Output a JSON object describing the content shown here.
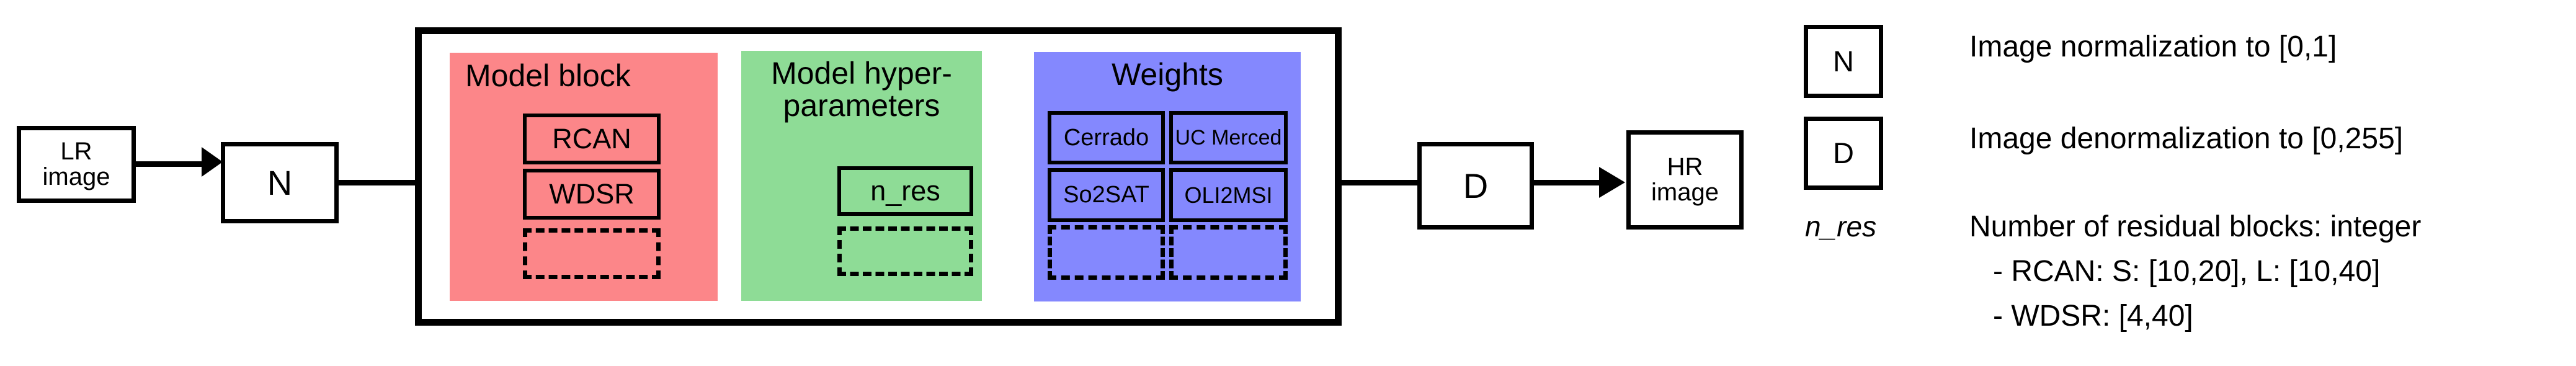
{
  "flow": {
    "input_box": {
      "line1": "LR",
      "line2": "image"
    },
    "normalize_box": {
      "label": "N"
    },
    "denormalize_box": {
      "label": "D"
    },
    "output_box": {
      "line1": "HR",
      "line2": "image"
    }
  },
  "pipeline": {
    "groups": [
      {
        "key": "model_block",
        "title": "Model block",
        "color": "#fc8689",
        "items": [
          "RCAN",
          "WDSR"
        ],
        "placeholder_count": 1
      },
      {
        "key": "model_hyperparameters",
        "title": "Model hyper-\nparameters",
        "color": "#8edc96",
        "items": [
          "n_res"
        ],
        "placeholder_count": 1
      },
      {
        "key": "weights",
        "title": "Weights",
        "color": "#8488fe",
        "items": [
          "Cerrado",
          "UC Merced",
          "So2SAT",
          "OLI2MSI"
        ],
        "placeholder_count": 2
      }
    ]
  },
  "legend": {
    "rows": [
      {
        "symbol": "N",
        "symbol_style": "box",
        "text": "Image normalization to [0,1]"
      },
      {
        "symbol": "D",
        "symbol_style": "box",
        "text": "Image denormalization to [0,255]"
      },
      {
        "symbol": "n_res",
        "symbol_style": "italic",
        "text": "Number of residual blocks: integer",
        "sub_lines": [
          "- RCAN: S: [10,20], L: [10,40]",
          "- WDSR: [4,40]"
        ]
      }
    ]
  },
  "colors": {
    "stroke": "#000000",
    "background": "#ffffff",
    "model_block": "#fc8689",
    "model_hyperparameters": "#8edc96",
    "weights": "#8488fe"
  }
}
